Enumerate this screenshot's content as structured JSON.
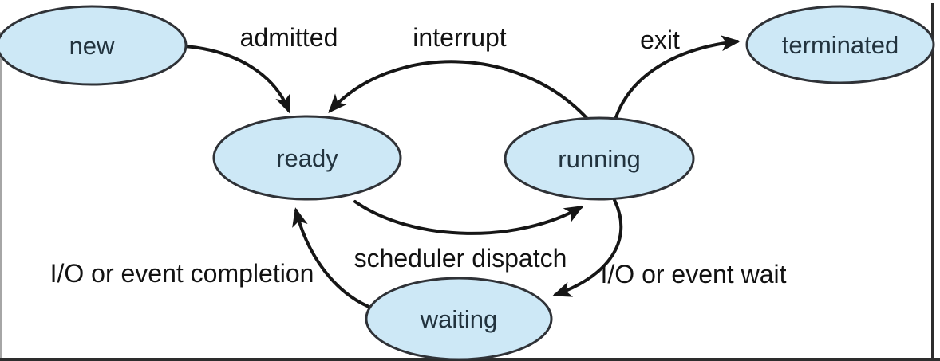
{
  "diagram": {
    "name": "process-state-diagram",
    "states": [
      {
        "id": "new",
        "label": "new"
      },
      {
        "id": "ready",
        "label": "ready"
      },
      {
        "id": "running",
        "label": "running"
      },
      {
        "id": "waiting",
        "label": "waiting"
      },
      {
        "id": "terminated",
        "label": "terminated"
      }
    ],
    "transitions": [
      {
        "id": "admitted",
        "label": "admitted",
        "from": "new",
        "to": "ready"
      },
      {
        "id": "interrupt",
        "label": "interrupt",
        "from": "running",
        "to": "ready"
      },
      {
        "id": "exit",
        "label": "exit",
        "from": "running",
        "to": "terminated"
      },
      {
        "id": "scheduler-dispatch",
        "label": "scheduler dispatch",
        "from": "ready",
        "to": "running"
      },
      {
        "id": "io-event-wait",
        "label": "I/O or event wait",
        "from": "running",
        "to": "waiting"
      },
      {
        "id": "io-event-completion",
        "label": "I/O or event completion",
        "from": "waiting",
        "to": "ready"
      }
    ],
    "colors": {
      "state_fill": "#cde8f6",
      "state_stroke": "#2f3237",
      "state_text": "#22333e",
      "arrow": "#161616",
      "label_text": "#121212",
      "background": "#ffffff",
      "frame": "#2d2d2d"
    }
  }
}
